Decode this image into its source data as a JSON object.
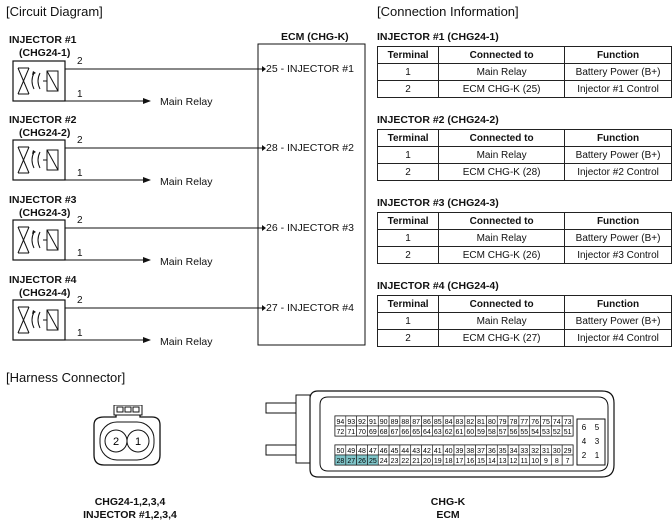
{
  "circuit": {
    "title": "[Circuit Diagram]",
    "ecm_title": "ECM (CHG-K)",
    "injectors": [
      {
        "name": "INJECTOR #1",
        "code": "(CHG24-1)",
        "pin_top": "2",
        "pin_bottom": "1",
        "relay": "Main Relay",
        "ecm_pin": "25 - INJECTOR #1"
      },
      {
        "name": "INJECTOR #2",
        "code": "(CHG24-2)",
        "pin_top": "2",
        "pin_bottom": "1",
        "relay": "Main Relay",
        "ecm_pin": "28 - INJECTOR #2"
      },
      {
        "name": "INJECTOR #3",
        "code": "(CHG24-3)",
        "pin_top": "2",
        "pin_bottom": "1",
        "relay": "Main Relay",
        "ecm_pin": "26 - INJECTOR #3"
      },
      {
        "name": "INJECTOR #4",
        "code": "(CHG24-4)",
        "pin_top": "2",
        "pin_bottom": "1",
        "relay": "Main Relay",
        "ecm_pin": "27 - INJECTOR #4"
      }
    ]
  },
  "connection": {
    "title": "[Connection Information]",
    "headers": [
      "Terminal",
      "Connected to",
      "Function"
    ],
    "tables": [
      {
        "title": "INJECTOR #1 (CHG24-1)",
        "rows": [
          [
            "1",
            "Main Relay",
            "Battery Power (B+)"
          ],
          [
            "2",
            "ECM CHG-K (25)",
            "Injector #1 Control"
          ]
        ]
      },
      {
        "title": "INJECTOR #2 (CHG24-2)",
        "rows": [
          [
            "1",
            "Main Relay",
            "Battery Power (B+)"
          ],
          [
            "2",
            "ECM CHG-K (28)",
            "Injector #2 Control"
          ]
        ]
      },
      {
        "title": "INJECTOR #3 (CHG24-3)",
        "rows": [
          [
            "1",
            "Main Relay",
            "Battery Power (B+)"
          ],
          [
            "2",
            "ECM CHG-K (26)",
            "Injector #3 Control"
          ]
        ]
      },
      {
        "title": "INJECTOR #4 (CHG24-4)",
        "rows": [
          [
            "1",
            "Main Relay",
            "Battery Power (B+)"
          ],
          [
            "2",
            "ECM CHG-K (27)",
            "Injector #4 Control"
          ]
        ]
      }
    ]
  },
  "harness": {
    "title": "[Harness Connector]",
    "left_connector": {
      "pins": [
        "2",
        "1"
      ],
      "caption_line1": "CHG24-1,2,3,4",
      "caption_line2": "INJECTOR #1,2,3,4"
    },
    "right_connector": {
      "caption_line1": "CHG-K",
      "caption_line2": "ECM",
      "row1": [
        "94",
        "93",
        "92",
        "91",
        "90",
        "89",
        "88",
        "87",
        "86",
        "85",
        "84",
        "83",
        "82",
        "81",
        "80",
        "79",
        "78",
        "77",
        "76",
        "75",
        "74",
        "73"
      ],
      "row2": [
        "72",
        "71",
        "70",
        "69",
        "68",
        "67",
        "66",
        "65",
        "64",
        "63",
        "62",
        "61",
        "60",
        "59",
        "58",
        "57",
        "56",
        "55",
        "54",
        "53",
        "52",
        "51"
      ],
      "row3": [
        "50",
        "49",
        "48",
        "47",
        "46",
        "45",
        "44",
        "43",
        "42",
        "41",
        "40",
        "39",
        "38",
        "37",
        "36",
        "35",
        "34",
        "33",
        "32",
        "31",
        "30",
        "29"
      ],
      "row4": [
        "28",
        "27",
        "26",
        "25",
        "24",
        "23",
        "22",
        "21",
        "20",
        "19",
        "18",
        "17",
        "16",
        "15",
        "14",
        "13",
        "12",
        "11",
        "10",
        "9",
        "8",
        "7"
      ],
      "side": [
        [
          "6",
          "5"
        ],
        [
          "4",
          "3"
        ],
        [
          "2",
          "1"
        ]
      ],
      "highlight": [
        "28",
        "27",
        "26",
        "25"
      ],
      "highlight_color": "#7fc4c8"
    }
  }
}
